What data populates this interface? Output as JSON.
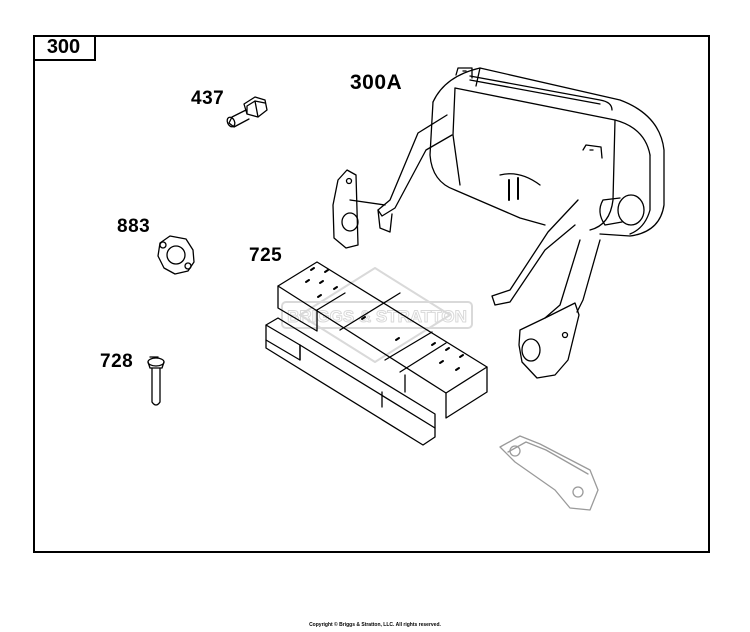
{
  "diagram": {
    "section_number": "300",
    "callouts": {
      "muffler": "300A",
      "screw_top": "437",
      "gasket": "883",
      "deflector": "725",
      "screw_bottom": "728"
    },
    "watermark": "BRIGGS & STRATTON",
    "copyright": "Copyright © Briggs & Stratton, LLC. All rights reserved."
  },
  "colors": {
    "line": "#000000",
    "watermark": "#d9d9d9",
    "faint_part": "#9a9a9a"
  }
}
